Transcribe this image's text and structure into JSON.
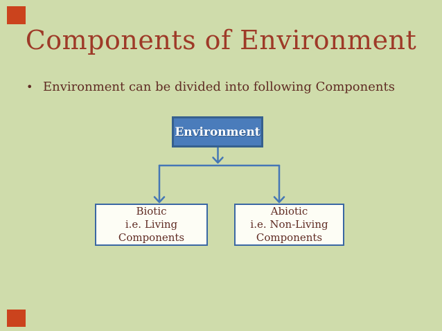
{
  "slide": {
    "title": "Components of Environment",
    "bullet_glyph": "•",
    "bullet": "Environment can be divided into following Components",
    "diagram": {
      "root": {
        "label": "Environment"
      },
      "children": [
        {
          "lines": [
            "Biotic",
            "i.e. Living",
            "Components"
          ]
        },
        {
          "lines": [
            "Abiotic",
            "i.e. Non-Living",
            "Components"
          ]
        }
      ]
    },
    "colors": {
      "background": "#CFDCAB",
      "accent_square": "#CB431D",
      "title_text": "#9E3A28",
      "body_text": "#5F2B23",
      "box_fill": "#4A7CBB",
      "box_border": "#36608E",
      "child_fill": "#FDFDF5",
      "child_border": "#3A67A3",
      "connector": "#4577B5",
      "root_label_text": "#FFFFFF"
    }
  }
}
